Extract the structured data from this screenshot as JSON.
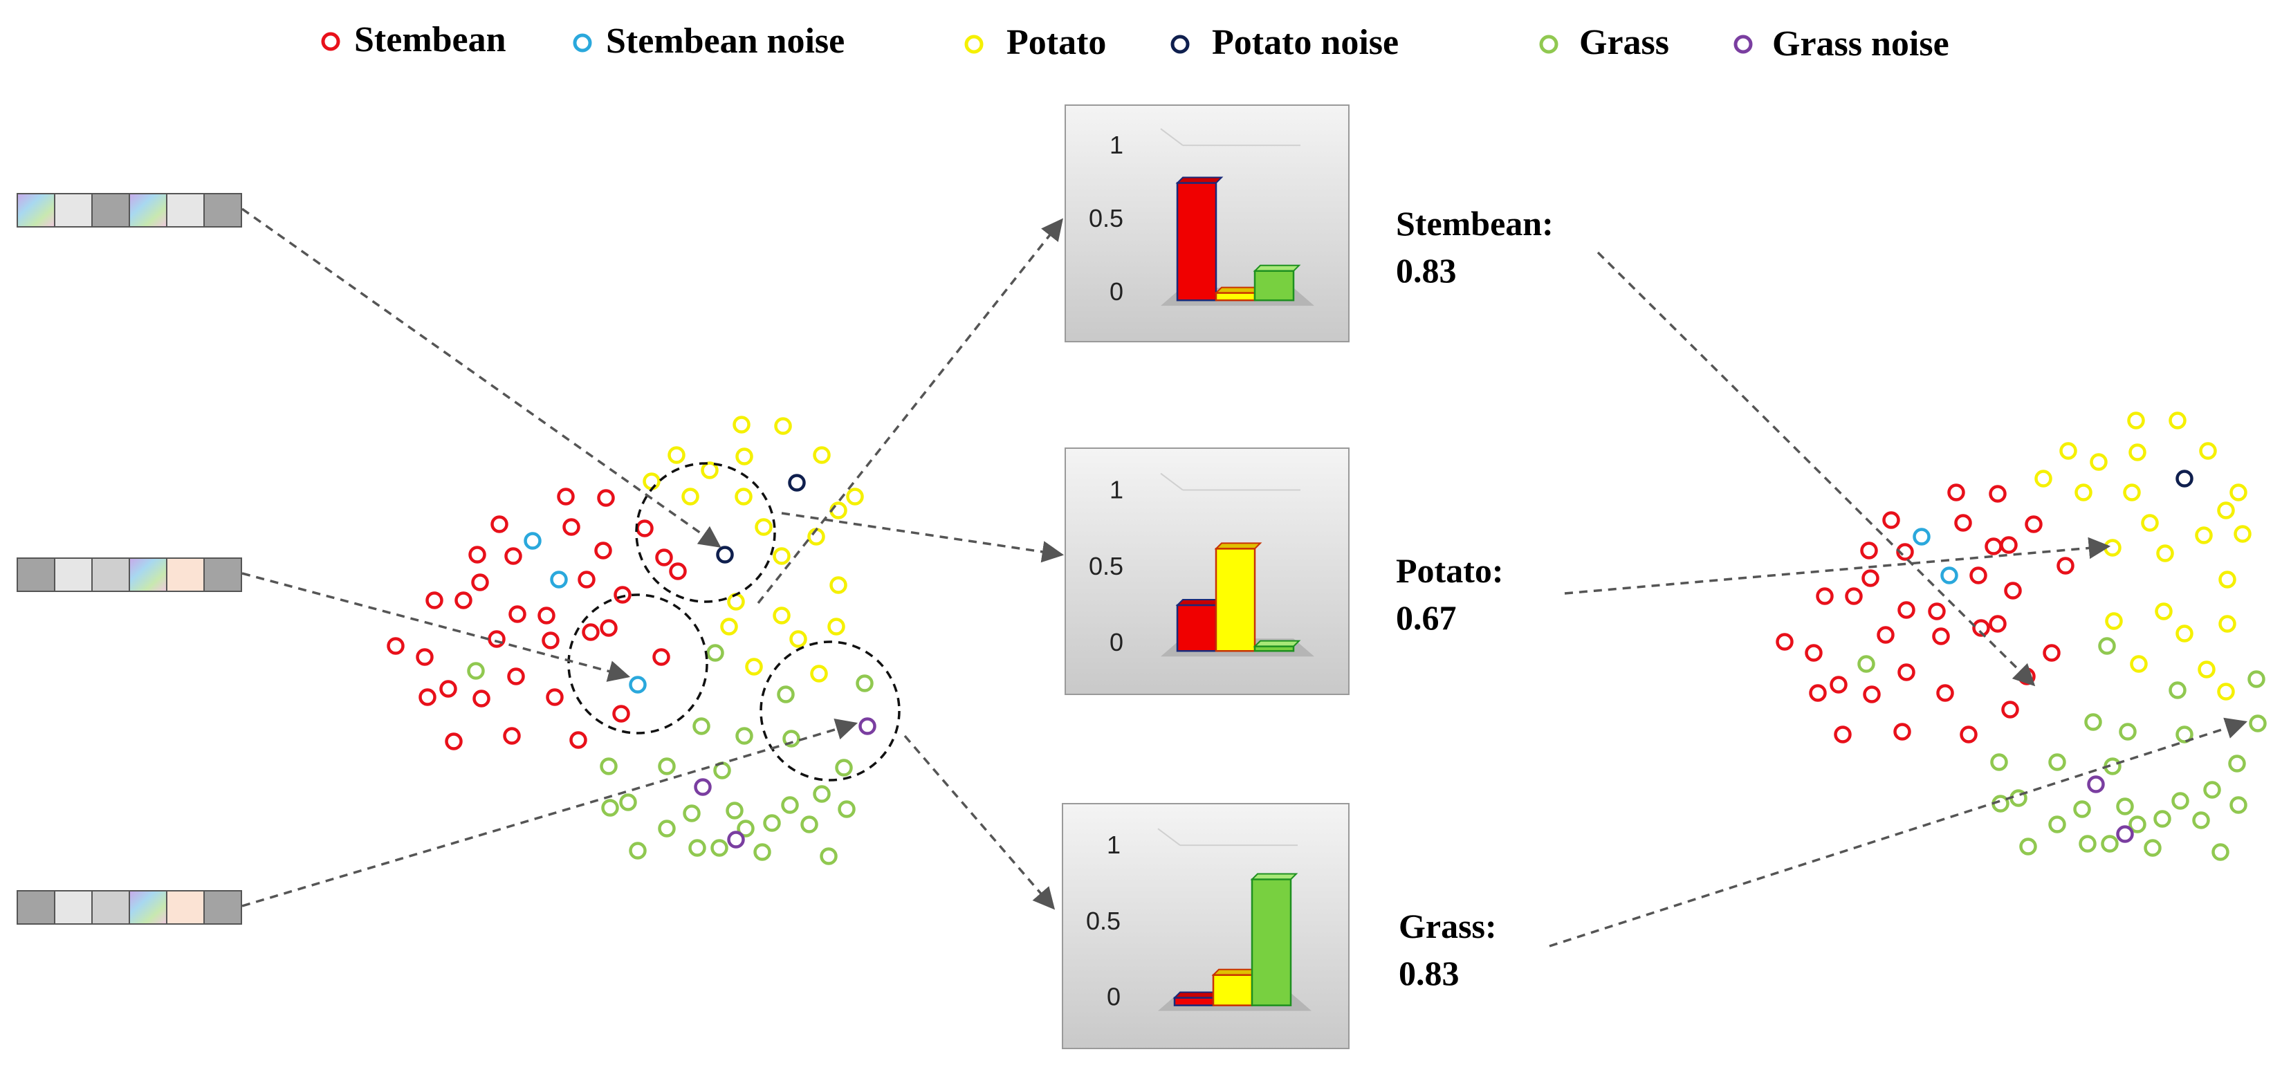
{
  "legend": [
    {
      "label": "Stembean",
      "color": "#e8101a"
    },
    {
      "label": "Stembean noise",
      "color": "#2aa8dc"
    },
    {
      "label": "Potato",
      "color": "#f5f000"
    },
    {
      "label": "Potato noise",
      "color": "#0f1f4e"
    },
    {
      "label": "Grass",
      "color": "#90c850"
    },
    {
      "label": "Grass noise",
      "color": "#7a3ea0"
    }
  ],
  "feature_vectors": [
    {
      "cells": [
        "#b8c4e8",
        "#e6e6e6",
        "#a3a3a3",
        "#b8c4e8",
        "#e6e6e6",
        "#a3a3a3"
      ]
    },
    {
      "cells": [
        "#a3a3a3",
        "#e6e6e6",
        "#cfcfcf",
        "#b8c4e8",
        "#fbe3d4",
        "#a3a3a3"
      ]
    },
    {
      "cells": [
        "#a3a3a3",
        "#e6e6e6",
        "#cfcfcf",
        "#b8c4e8",
        "#fbe3d4",
        "#a3a3a3"
      ]
    }
  ],
  "chart_data": [
    {
      "type": "bar",
      "categories": [
        "Stembean",
        "Potato",
        "Grass"
      ],
      "values": [
        0.8,
        0.05,
        0.2
      ],
      "ylim": [
        0,
        1
      ],
      "yticks": [
        "0",
        "0.5",
        "1"
      ]
    },
    {
      "type": "bar",
      "categories": [
        "Stembean",
        "Potato",
        "Grass"
      ],
      "values": [
        0.3,
        0.67,
        0.03
      ],
      "ylim": [
        0,
        1
      ],
      "yticks": [
        "0",
        "0.5",
        "1"
      ]
    },
    {
      "type": "bar",
      "categories": [
        "Stembean",
        "Potato",
        "Grass"
      ],
      "values": [
        0.05,
        0.2,
        0.83
      ],
      "ylim": [
        0,
        1
      ],
      "yticks": [
        "0",
        "0.5",
        "1"
      ]
    }
  ],
  "results": [
    {
      "label": "Stembean:",
      "value": "0.83"
    },
    {
      "label": "Potato:",
      "value": "0.67"
    },
    {
      "label": "Grass:",
      "value": "0.83"
    }
  ]
}
